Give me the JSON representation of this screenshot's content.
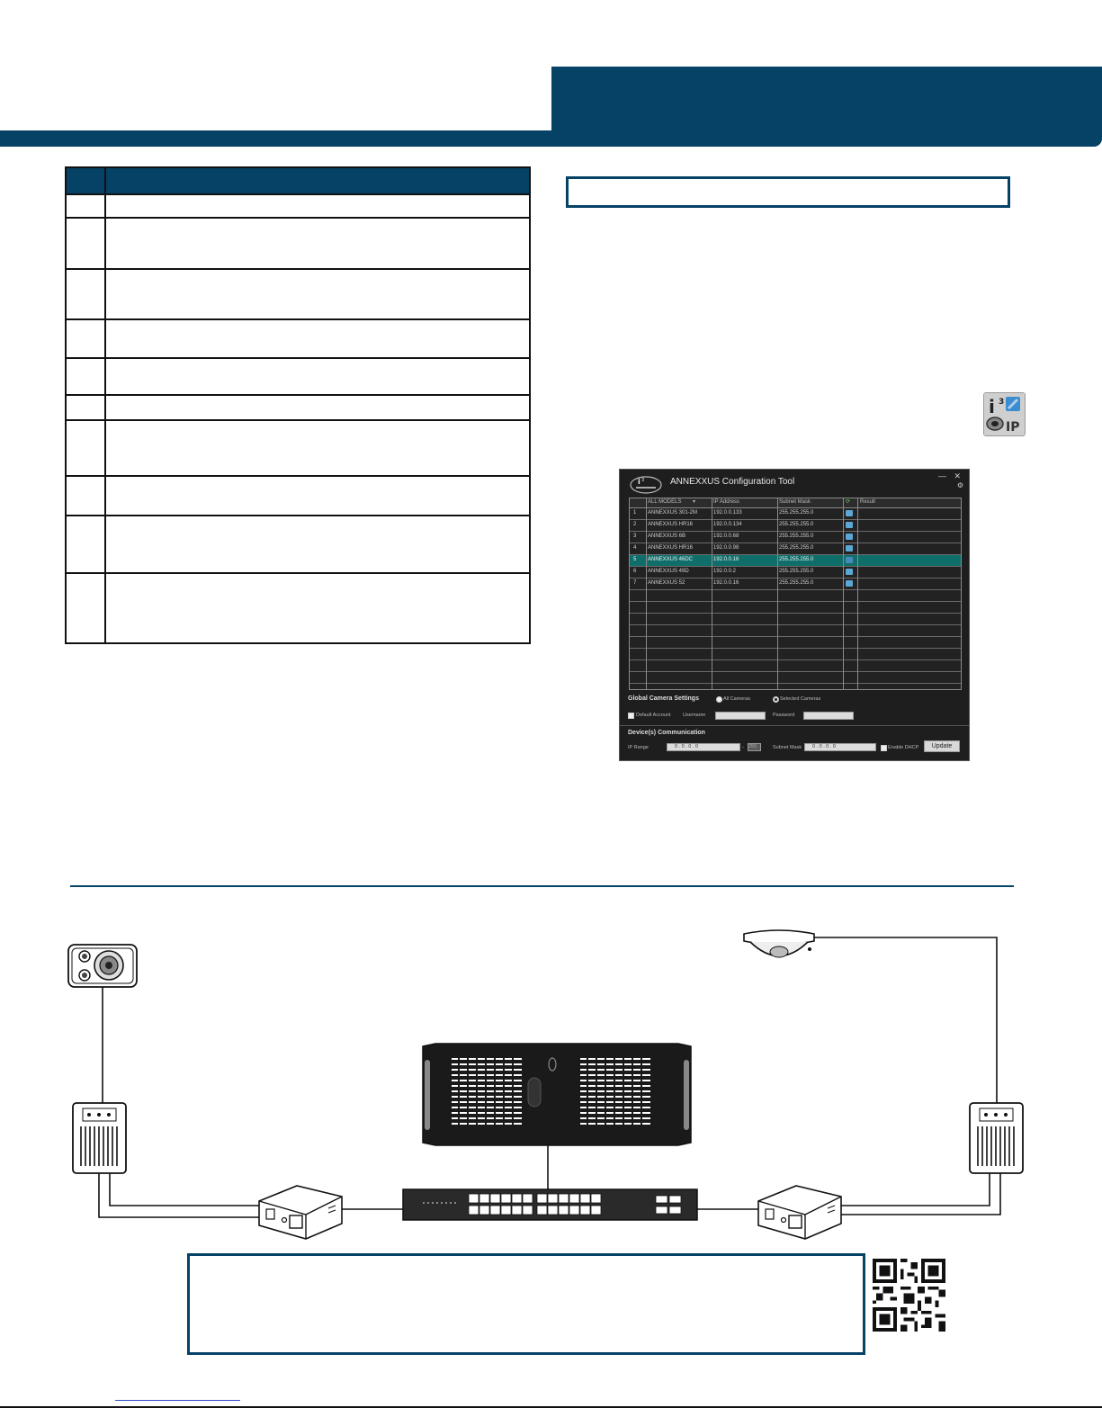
{
  "colors": {
    "brand_navy": "#064266",
    "window_bg": "#1e1e1e",
    "selected_row": "#0f6e6a",
    "camera_icon": "#5aa7d8"
  },
  "config_tool": {
    "window_title": "ANNEXXUS Configuration Tool",
    "window_controls": "— ✕",
    "columns": {
      "model": "ALL MODELS",
      "ip": "IP Address",
      "mask": "Subnet Mask",
      "result": "Result"
    },
    "rows": [
      {
        "n": "1",
        "model": "ANNEXXUS 301-2M",
        "ip": "192.0.0.133",
        "mask": "255.255.255.0"
      },
      {
        "n": "2",
        "model": "ANNEXXUS HR16",
        "ip": "192.0.0.134",
        "mask": "255.255.255.0"
      },
      {
        "n": "3",
        "model": "ANNEXXUS 6B",
        "ip": "192.0.0.68",
        "mask": "255.255.255.0"
      },
      {
        "n": "4",
        "model": "ANNEXXUS HR16",
        "ip": "192.0.0.98",
        "mask": "255.255.255.0"
      },
      {
        "n": "5",
        "model": "ANNEXXUS 46DC",
        "ip": "192.0.0.16",
        "mask": "255.255.255.0",
        "selected": true
      },
      {
        "n": "6",
        "model": "ANNEXXUS 49D",
        "ip": "192.0.0.2",
        "mask": "255.255.255.0"
      },
      {
        "n": "7",
        "model": "ANNEXXUS 52",
        "ip": "192.0.0.16",
        "mask": "255.255.255.0"
      }
    ],
    "global_settings": {
      "heading": "Global Camera Settings",
      "all_cameras": "All Cameras",
      "selected_cameras": "Selected Cameras",
      "default_account": "Default Account",
      "username_label": "Username",
      "password_label": "Password"
    },
    "device_comm": {
      "heading": "Device(s) Communication",
      "ip_range_label": "IP Range",
      "ip_range_value": "0 . 0 . 0 . 0",
      "ip_range_end": "255",
      "subnet_label": "Subnet Mask",
      "subnet_value": "0 . 0 . 0 . 0",
      "dhcp_label": "Enable DHCP",
      "update_button": "Update"
    }
  },
  "app_icon": {
    "text": "i³ IP"
  }
}
